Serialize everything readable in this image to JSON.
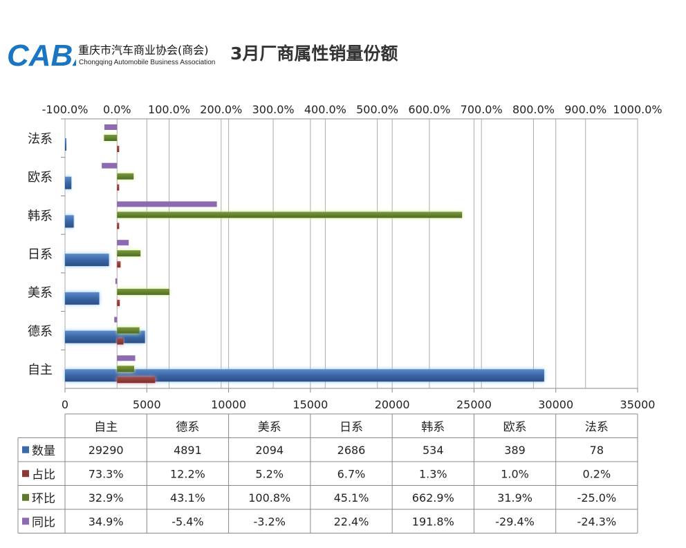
{
  "header": {
    "logo_text": "CABA",
    "org_cn": "重庆市汽车商业协会(商会)",
    "org_en": "Chongqing Automobile Business Association",
    "title": "3月厂商属性销量份额"
  },
  "colors": {
    "count": "#3d6aa8",
    "share": "#8b3a38",
    "mom": "#5f7a2c",
    "yoy": "#8c6bb0",
    "logo": "#1a75c2"
  },
  "chart_data": {
    "type": "bar",
    "orientation": "horizontal",
    "title": "3月厂商属性销量份额",
    "categories": [
      "自主",
      "德系",
      "美系",
      "日系",
      "韩系",
      "欧系",
      "法系"
    ],
    "series": [
      {
        "name": "数量",
        "axis": "bottom",
        "values": [
          29290,
          4891,
          2094,
          2686,
          534,
          389,
          78
        ]
      },
      {
        "name": "占比",
        "axis": "top",
        "values": [
          73.3,
          12.2,
          5.2,
          6.7,
          1.3,
          1.0,
          0.2
        ]
      },
      {
        "name": "环比",
        "axis": "top",
        "values": [
          32.9,
          43.1,
          100.8,
          45.1,
          662.9,
          31.9,
          -25.0
        ]
      },
      {
        "name": "同比",
        "axis": "top",
        "values": [
          34.9,
          -5.4,
          -3.2,
          22.4,
          191.8,
          -29.4,
          -24.3
        ]
      }
    ],
    "bottom_axis": {
      "range": [
        0,
        35000
      ],
      "ticks": [
        "0",
        "5000",
        "10000",
        "15000",
        "20000",
        "25000",
        "30000",
        "35000"
      ]
    },
    "top_axis": {
      "range": [
        -100,
        1000
      ],
      "ticks": [
        "-100.0%",
        "0.0%",
        "100.0%",
        "200.0%",
        "300.0%",
        "400.0%",
        "500.0%",
        "600.0%",
        "700.0%",
        "800.0%",
        "900.0%",
        "1000.0%"
      ]
    },
    "grid": true,
    "legend": "data-table"
  },
  "table": {
    "columns": [
      "自主",
      "德系",
      "美系",
      "日系",
      "韩系",
      "欧系",
      "法系"
    ],
    "rows": [
      {
        "label": "数量",
        "cells": [
          "29290",
          "4891",
          "2094",
          "2686",
          "534",
          "389",
          "78"
        ]
      },
      {
        "label": "占比",
        "cells": [
          "73.3%",
          "12.2%",
          "5.2%",
          "6.7%",
          "1.3%",
          "1.0%",
          "0.2%"
        ]
      },
      {
        "label": "环比",
        "cells": [
          "32.9%",
          "43.1%",
          "100.8%",
          "45.1%",
          "662.9%",
          "31.9%",
          "-25.0%"
        ]
      },
      {
        "label": "同比",
        "cells": [
          "34.9%",
          "-5.4%",
          "-3.2%",
          "22.4%",
          "191.8%",
          "-29.4%",
          "-24.3%"
        ]
      }
    ]
  }
}
